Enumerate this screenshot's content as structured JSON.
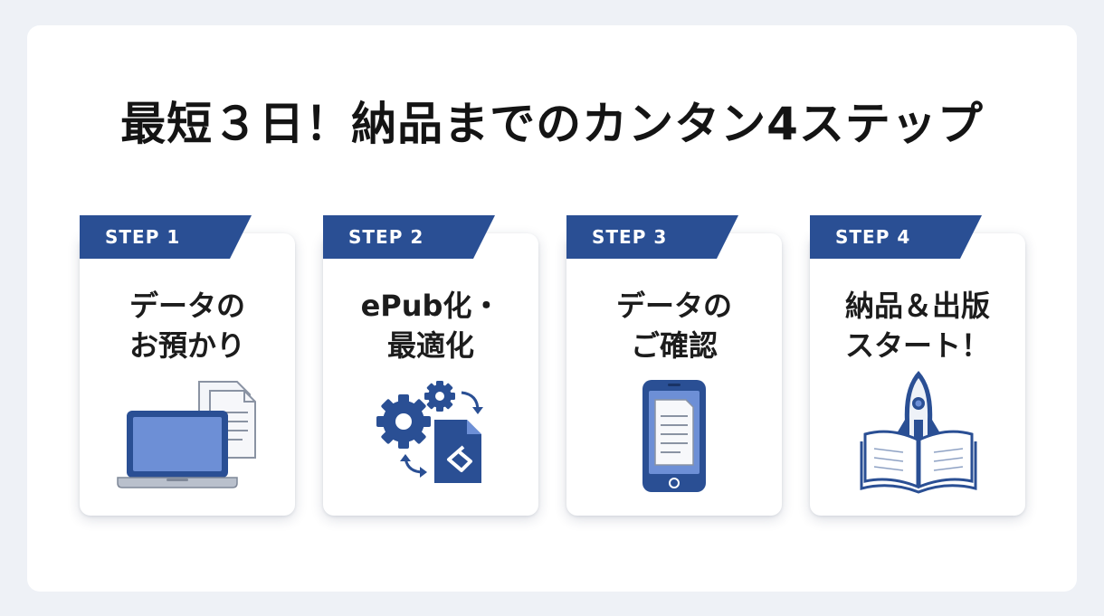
{
  "title": "最短３日！納品までのカンタン4ステップ",
  "colors": {
    "accent": "#2a4f94",
    "accent_dark": "#193365",
    "accent_light": "#6d8fd6",
    "text": "#1c1c1c",
    "background": "#eef1f6",
    "card": "#ffffff"
  },
  "steps": [
    {
      "label": "STEP 1",
      "line1": "データの",
      "line2": "お預かり",
      "icon": "laptop-with-documents-icon"
    },
    {
      "label": "STEP 2",
      "line1": "ePub化・",
      "line2": "最適化",
      "icon": "gears-and-epub-file-icon"
    },
    {
      "label": "STEP 3",
      "line1": "データの",
      "line2": "ご確認",
      "icon": "smartphone-document-icon"
    },
    {
      "label": "STEP 4",
      "line1": "納品＆出版",
      "line2": "スタート！",
      "icon": "rocket-book-icon"
    }
  ]
}
